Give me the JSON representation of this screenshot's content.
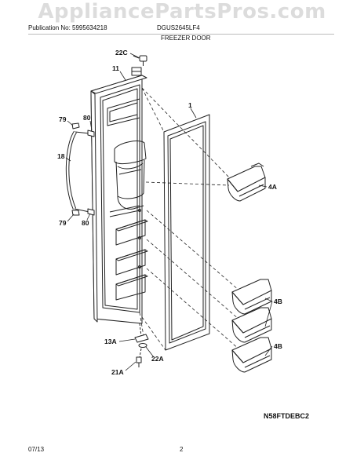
{
  "watermark": "AppliancePartsPros.com",
  "header": {
    "publication": "Publication No: 5995634218",
    "model": "DGUS2645LF4",
    "section": "FREEZER DOOR"
  },
  "callouts": {
    "c22c": "22C",
    "c11": "11",
    "c1": "1",
    "c79_top": "79",
    "c80_top": "80",
    "c18": "18",
    "c79_bot": "79",
    "c80_bot": "80",
    "c4a": "4A",
    "c4b_1": "4B",
    "c4b_2": "4B",
    "c13a": "13A",
    "c22a": "22A",
    "c21a": "21A"
  },
  "diagram_code": "N58FTDEBC2",
  "footer": {
    "date": "07/13",
    "page": "2"
  },
  "colors": {
    "line": "#222222",
    "watermark": "#dcdcdc"
  }
}
